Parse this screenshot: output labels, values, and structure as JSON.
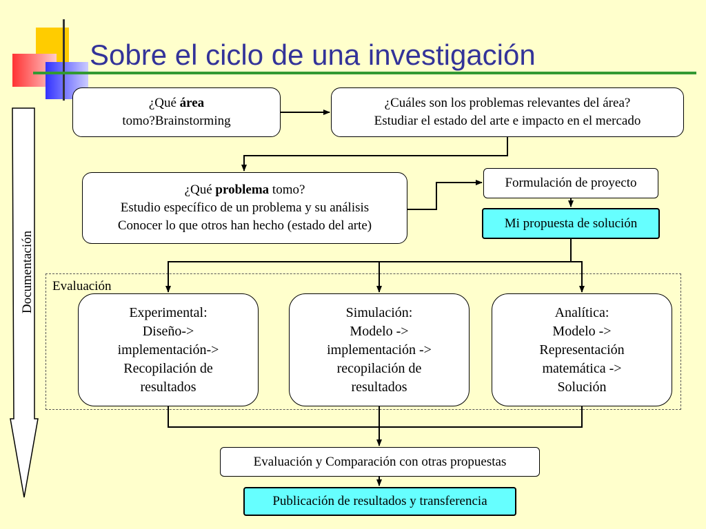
{
  "slide": {
    "title": "Sobre el ciclo de una investigación",
    "side_arrow_label": "Documentación",
    "region_label": "Evaluación"
  },
  "boxes": {
    "area": {
      "l1_pre": "¿Qué ",
      "l1_bold": "área",
      "l2": "tomo?Brainstorming"
    },
    "problems": {
      "l1": "¿Cuáles son los problemas relevantes del área?",
      "l2": "Estudiar el estado del arte e impacto en el mercado"
    },
    "problem": {
      "l1_pre": "¿Qué ",
      "l1_bold": "problema",
      "l1_post": " tomo?",
      "l2": "Estudio específico de un problema y su análisis",
      "l3": "Conocer lo que otros han hecho (estado del arte)"
    },
    "formulation": {
      "text": "Formulación de proyecto"
    },
    "proposal": {
      "text": "Mi propuesta de solución"
    },
    "experimental": {
      "lines": [
        "Experimental:",
        "Diseño->",
        "implementación->",
        "Recopilación de",
        "resultados"
      ]
    },
    "simulation": {
      "lines": [
        "Simulación:",
        "Modelo ->",
        "implementación ->",
        "recopilación de",
        "resultados"
      ]
    },
    "analytic": {
      "lines": [
        "Analítica:",
        "Modelo ->",
        "Representación",
        "matemática ->",
        "Solución"
      ]
    },
    "comparison": {
      "text": "Evaluación y Comparación con otras propuestas"
    },
    "publication": {
      "text": "Publicación de resultados y transferencia"
    }
  },
  "colors": {
    "background": "#FFFFCC",
    "title": "#333399",
    "highlight_box": "#66FFFF",
    "deco_yellow": "#FFCC00",
    "deco_red": "#FF3333",
    "deco_blue": "#3333FF",
    "deco_green": "#339933"
  }
}
